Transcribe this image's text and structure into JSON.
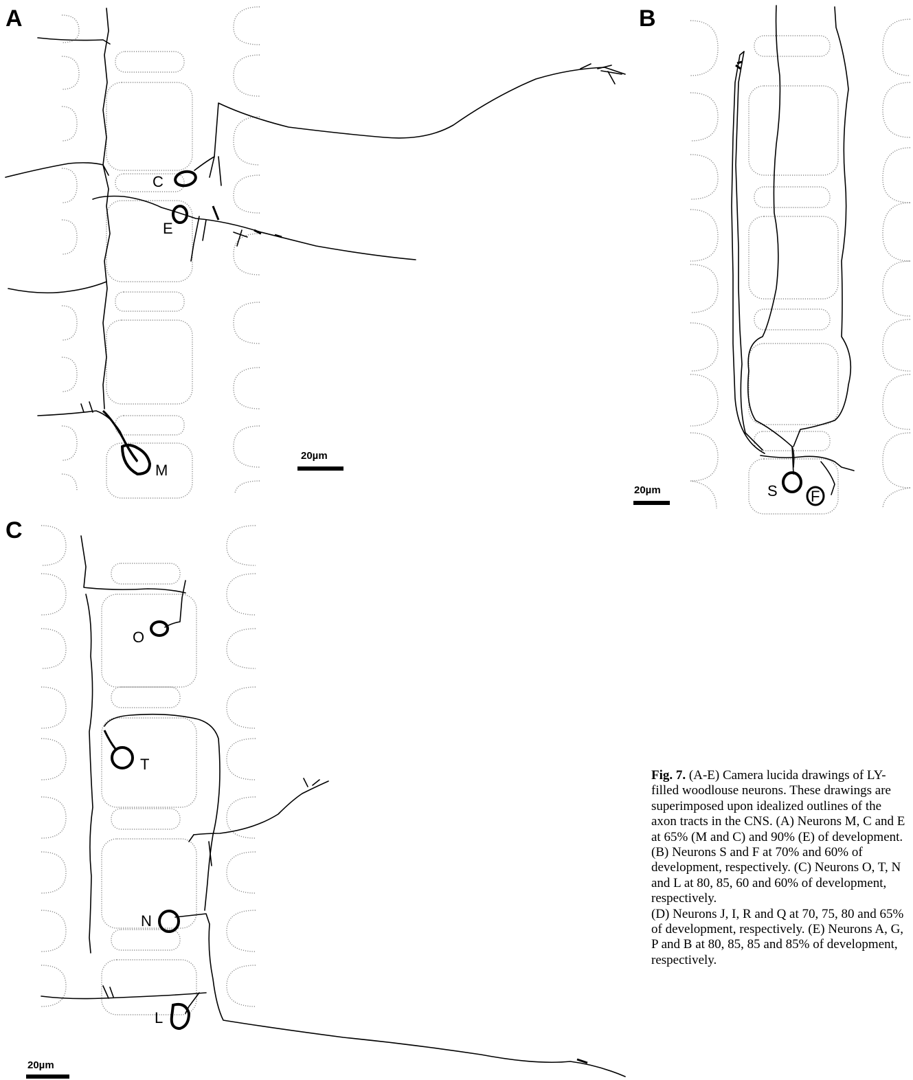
{
  "panels": {
    "a": {
      "label": "A",
      "neurons": [
        "C",
        "E",
        "M"
      ],
      "scale_bar": "20µm"
    },
    "b": {
      "label": "B",
      "neurons": [
        "S",
        "F"
      ],
      "scale_bar": "20µm"
    },
    "c": {
      "label": "C",
      "neurons": [
        "O",
        "T",
        "N",
        "L"
      ],
      "scale_bar": "20µm"
    }
  },
  "caption": {
    "prefix": "Fig. 7.",
    "text": "(A-E) Camera lucida drawings of LY-filled woodlouse neurons. These drawings are superimposed upon idealized outlines of the axon tracts in the CNS. (A) Neurons M, C and E at 65% (M and C) and 90% (E) of development. (B) Neurons S and F at 70% and 60% of development, respectively. (C) Neurons O, T, N and L at 80, 85, 60 and 60% of development, respectively.",
    "text_d": "(D) Neurons J, I, R and Q at 70, 75, 80 and 65% of development, respectively. (E) Neurons A, G, P and B at 80, 85, 85 and 85% of development, respectively."
  }
}
